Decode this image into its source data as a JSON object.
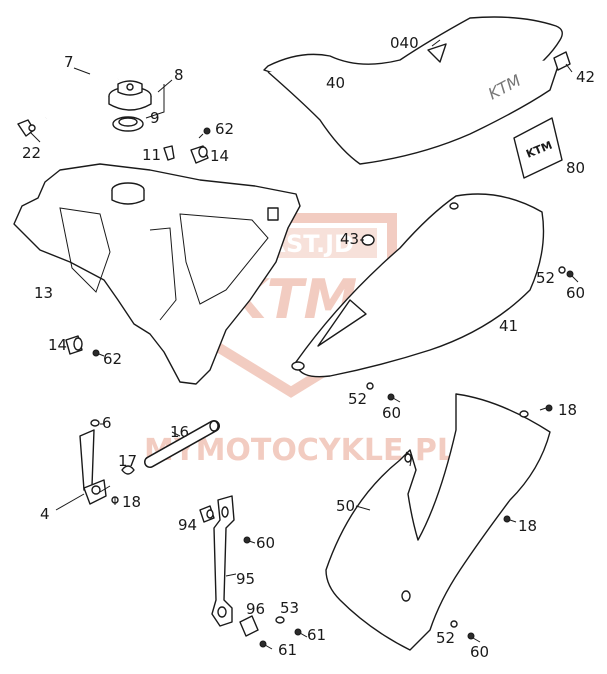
{
  "watermark": {
    "brand": "DURST.JD",
    "logo_text": "KTM",
    "site": "MYMOTOCYKLE.PL",
    "color": "#e8a38f"
  },
  "seat_logo": "KTM",
  "callouts": {
    "c7": "7",
    "c8": "8",
    "c9": "9",
    "c22": "22",
    "c62a": "62",
    "c11": "11",
    "c14a": "14",
    "c13": "13",
    "c14b": "14",
    "c62b": "62",
    "c040": "040",
    "c40": "40",
    "c42": "42",
    "c80": "80",
    "c43": "43",
    "c52a": "52",
    "c60a": "60",
    "c41": "41",
    "c52b": "52",
    "c60b": "60",
    "c18a": "18",
    "c6": "6",
    "c16": "16",
    "c17": "17",
    "c4": "4",
    "c18b": "18",
    "c50": "50",
    "c18c": "18",
    "c94": "94",
    "c60c": "60",
    "c95": "95",
    "c96": "96",
    "c53": "53",
    "c61a": "61",
    "c61b": "61",
    "c52c": "52",
    "c60d": "60"
  }
}
